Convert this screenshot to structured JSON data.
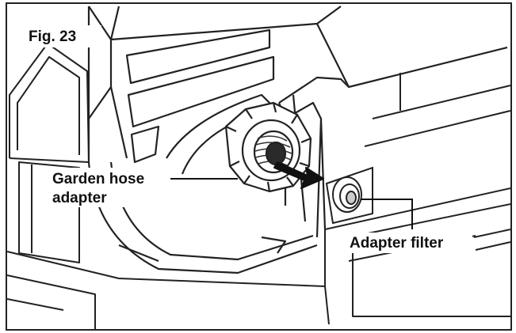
{
  "figure": {
    "label": "Fig. 23",
    "callouts": {
      "hose_adapter_line1": "Garden hose",
      "hose_adapter_line2": "adapter",
      "adapter_filter": "Adapter filter"
    }
  },
  "colors": {
    "ink": "#111111",
    "border": "#222222",
    "background": "#ffffff",
    "arrow": "#111111"
  }
}
